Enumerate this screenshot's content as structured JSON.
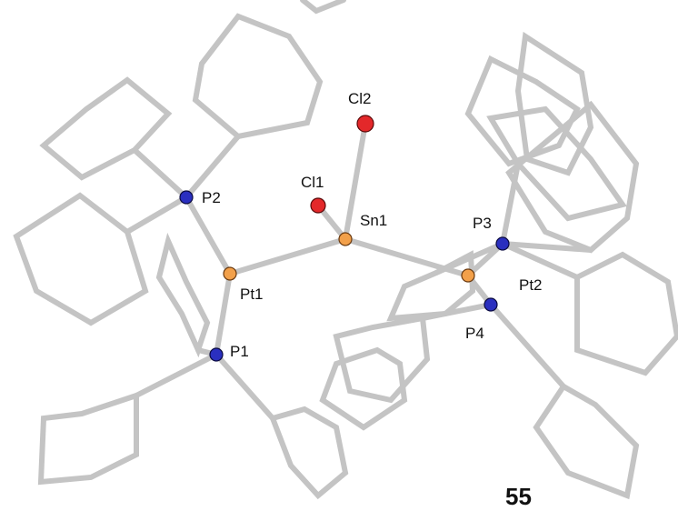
{
  "figure": {
    "compound_number": "55"
  },
  "atoms": [
    {
      "id": "Pt1",
      "label": "Pt1",
      "element": "Pt",
      "color": "#f2a04a"
    },
    {
      "id": "Pt2",
      "label": "Pt2",
      "element": "Pt",
      "color": "#f2a04a"
    },
    {
      "id": "Sn1",
      "label": "Sn1",
      "element": "Sn",
      "color": "#f2a04a"
    },
    {
      "id": "Cl1",
      "label": "Cl1",
      "element": "Cl",
      "color": "#e3282a"
    },
    {
      "id": "Cl2",
      "label": "Cl2",
      "element": "Cl",
      "color": "#e3282a"
    },
    {
      "id": "P1",
      "label": "P1",
      "element": "P",
      "color": "#2a2fbf"
    },
    {
      "id": "P2",
      "label": "P2",
      "element": "P",
      "color": "#2a2fbf"
    },
    {
      "id": "P3",
      "label": "P3",
      "element": "P",
      "color": "#2a2fbf"
    },
    {
      "id": "P4",
      "label": "P4",
      "element": "P",
      "color": "#2a2fbf"
    }
  ],
  "colors": {
    "bond": "#c4c4c4",
    "background": "#ffffff"
  }
}
